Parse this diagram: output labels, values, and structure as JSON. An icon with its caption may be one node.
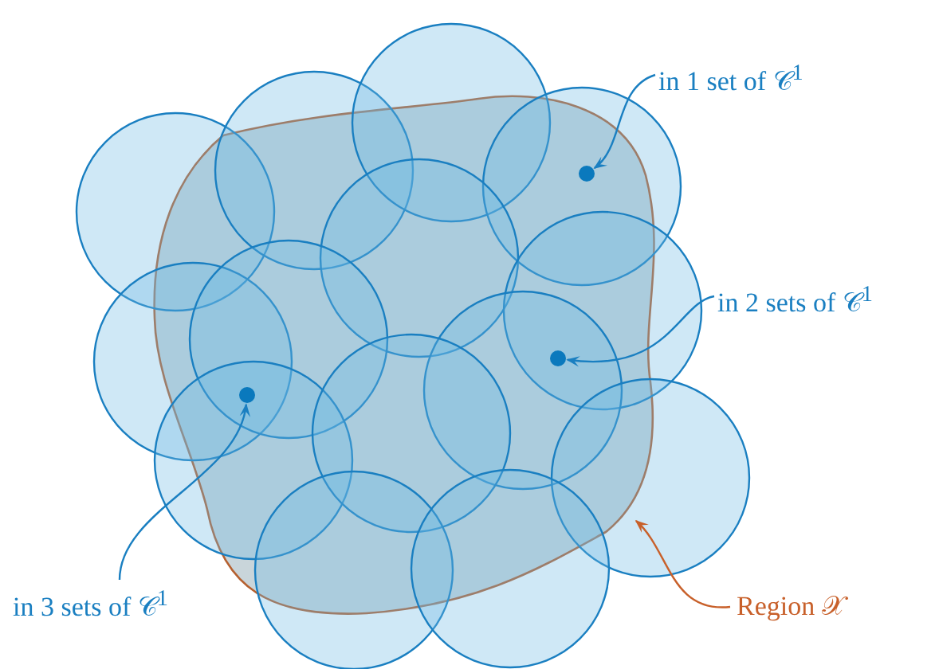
{
  "diagram": {
    "nodes": [
      {
        "text": [],
        "shape": "blob"
      },
      {
        "text": [
          "in 1 set of 𝒞$^{1}$"
        ]
      },
      {
        "text": [],
        "shape": "circle",
        "in": 0
      },
      {
        "text": [
          "in 2 sets of 𝒞$^{1}$"
        ]
      },
      {
        "text": [],
        "shape": "circle",
        "in": 0
      },
      {
        "text": [
          "in 3 sets of 𝒞$^{1}$"
        ]
      },
      {
        "text": [],
        "shape": "circle",
        "in": 0
      },
      {
        "text": [
          "Region 𝒳"
        ]
      }
    ],
    "edges": [
      {
        "from": 1,
        "to": 2,
        "arrow": "to"
      },
      {
        "from": 3,
        "to": 4,
        "arrow": "to"
      },
      {
        "from": 5,
        "to": 6,
        "arrow": "to"
      },
      {
        "from": 7,
        "to": 0,
        "arrow": "to",
        "color": "#c8602a"
      }
    ]
  }
}
